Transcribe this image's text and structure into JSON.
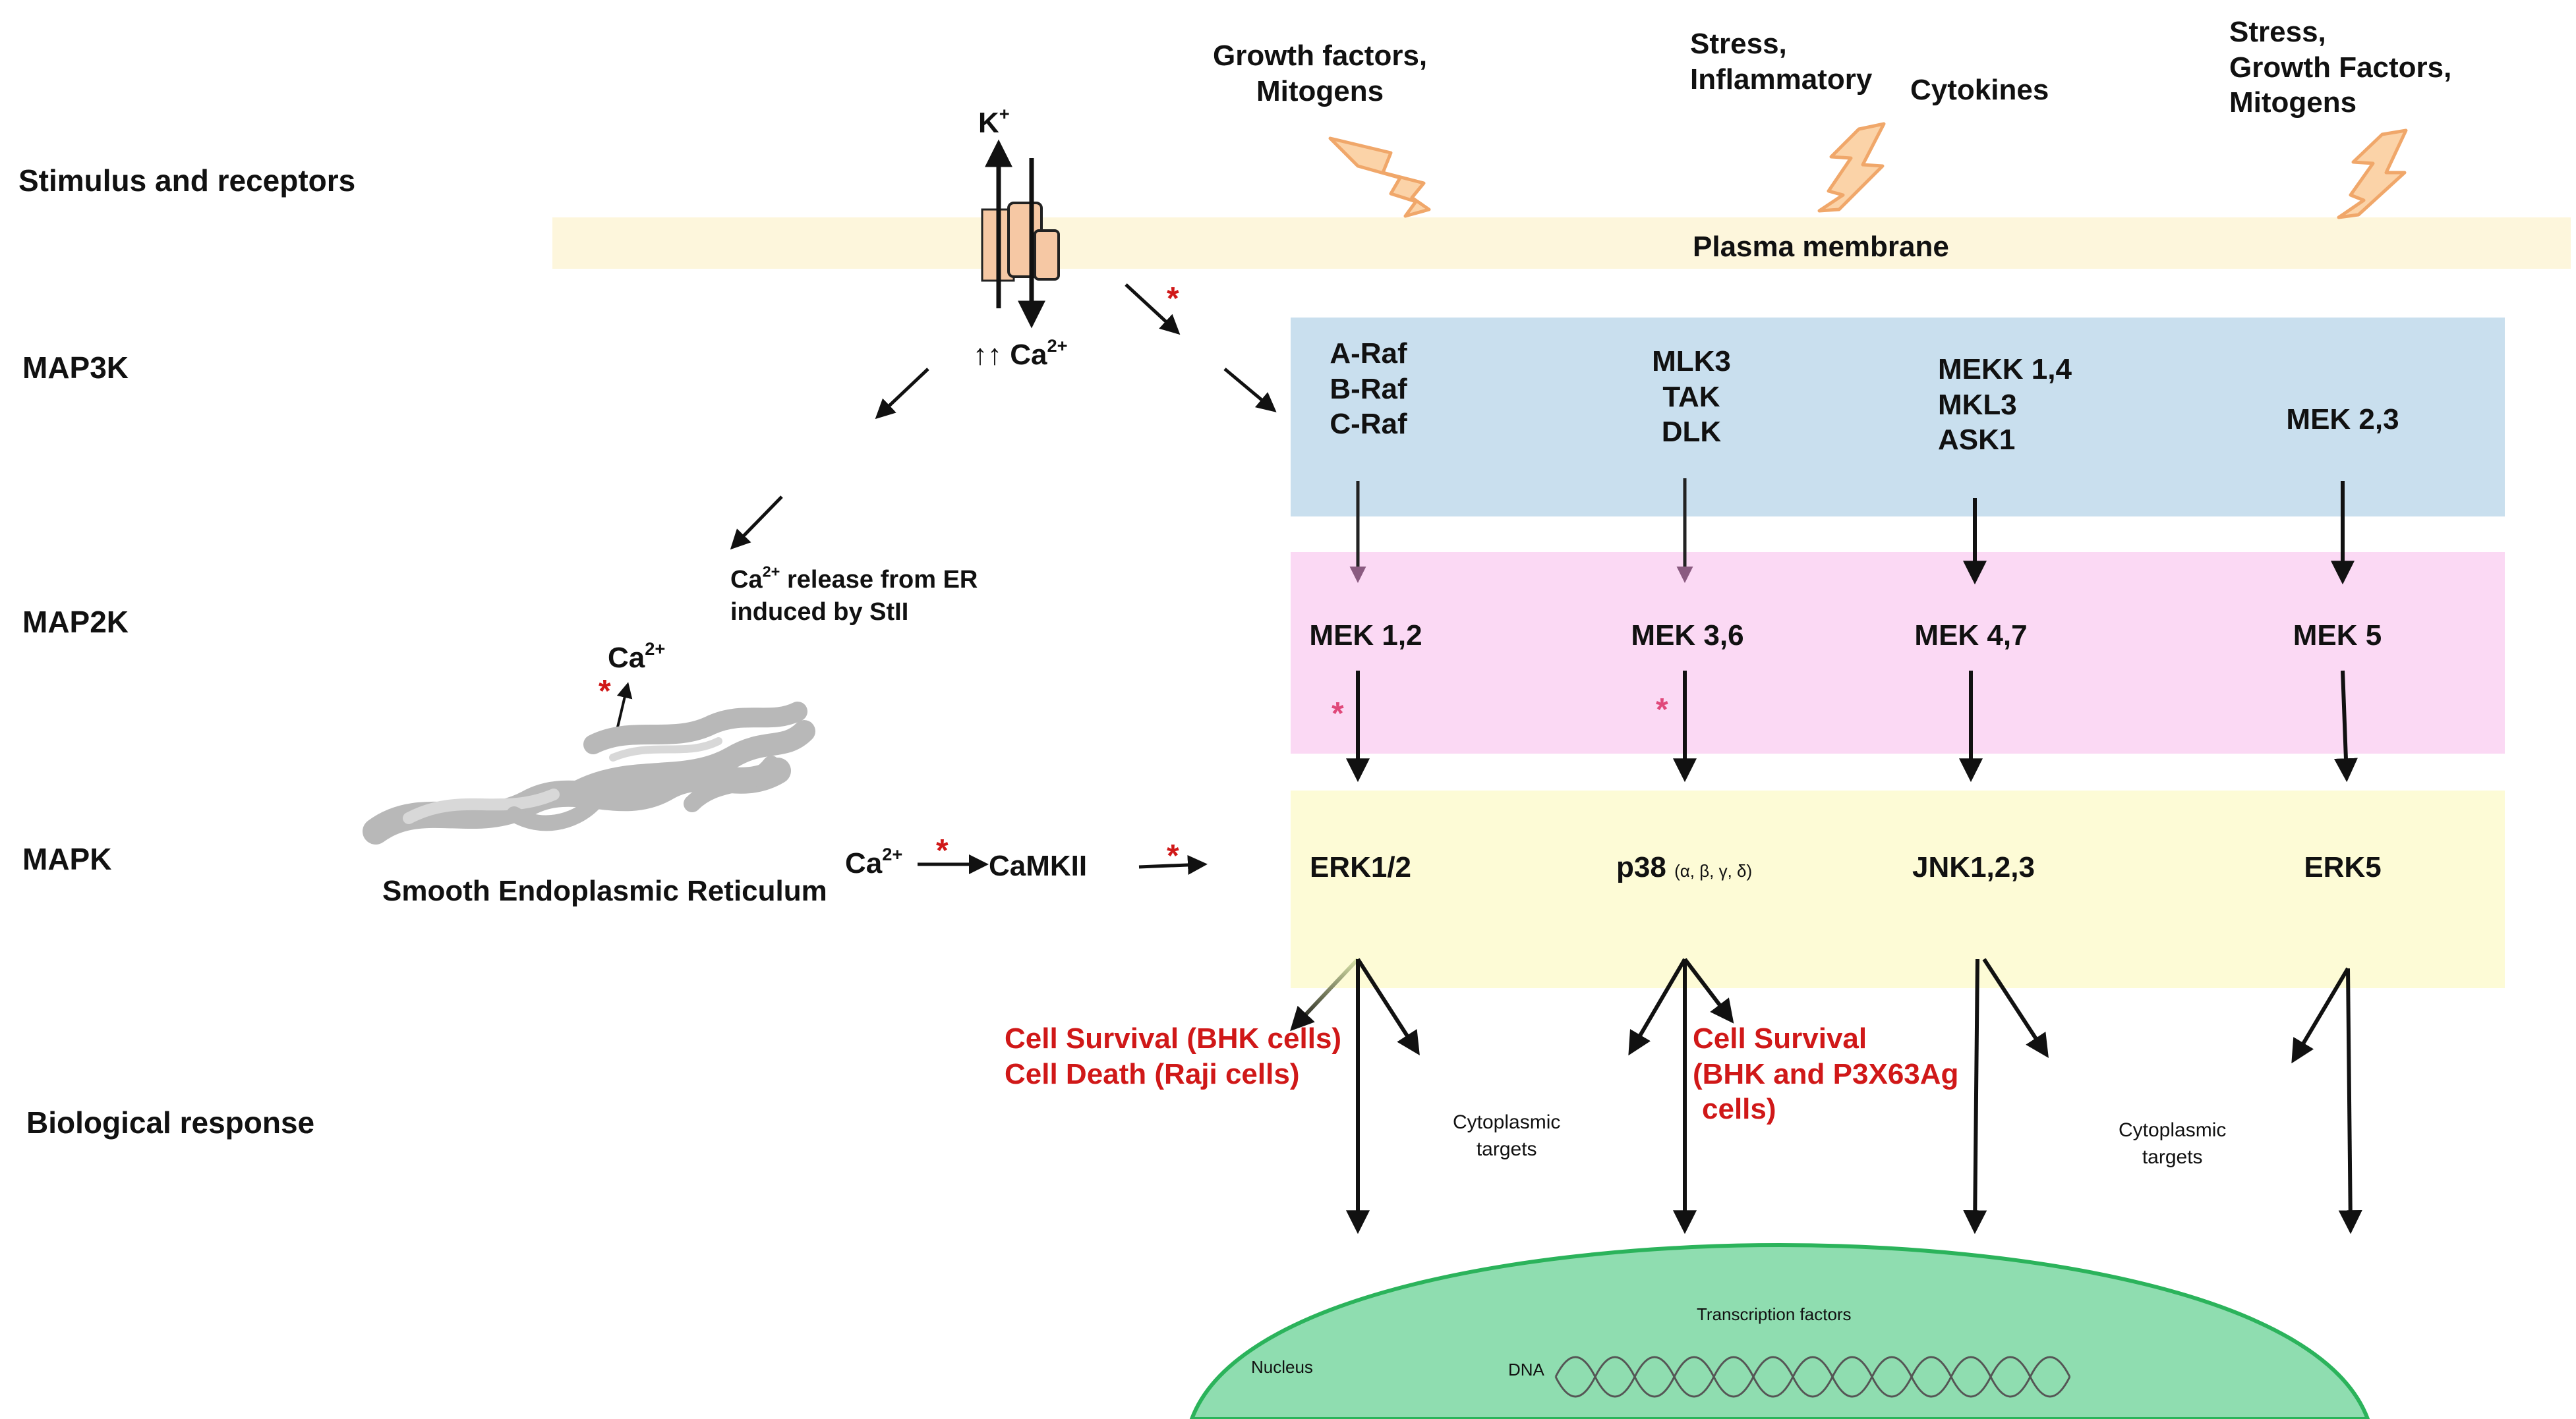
{
  "rows": {
    "stimulus": "Stimulus and receptors",
    "map3k": "MAP3K",
    "map2k": "MAP2K",
    "mapk": "MAPK",
    "response": "Biological response"
  },
  "stimuli": {
    "growth": [
      "Growth factors,",
      "Mitogens"
    ],
    "stress_infl": [
      "Stress,",
      "Inflammatory"
    ],
    "cytokines": "Cytokines",
    "stress_growth": [
      "Stress,",
      "Growth Factors,",
      "Mitogens"
    ]
  },
  "membrane": "Plasma membrane",
  "channel": {
    "k_ion": "K",
    "k_sup": "+",
    "ca_prefix": "↑↑ Ca",
    "ca_sup": "2+"
  },
  "map3k": {
    "erk": [
      "A-Raf",
      "B-Raf",
      "C-Raf"
    ],
    "p38": [
      "MLK3",
      "TAK",
      "DLK"
    ],
    "jnk": [
      "MEKK 1,4",
      "MKL3",
      "ASK1"
    ],
    "erk5": "MEK 2,3"
  },
  "map2k": {
    "erk": "MEK 1,2",
    "p38": "MEK 3,6",
    "jnk": "MEK 4,7",
    "erk5": "MEK 5"
  },
  "mapk": {
    "erk": "ERK1/2",
    "p38": "p38",
    "p38_isoforms": "(α, β, γ, δ)",
    "jnk": "JNK1,2,3",
    "erk5": "ERK5"
  },
  "er": {
    "release_ca": "Ca",
    "release_sup": "2+",
    "release_line1": " release from ER",
    "release_line2": "induced by StII",
    "ca_top": "Ca",
    "ca_top_sup": "2+",
    "label": "Smooth Endoplasmic Reticulum"
  },
  "camk": {
    "ca": "Ca",
    "ca_sup": "2+",
    "label": "CaMKII"
  },
  "responses": {
    "erk_survival": "Cell Survival (BHK cells)",
    "erk_death": "Cell Death (Raji cells)",
    "p38": [
      "Cell Survival",
      "(BHK and P3X63Ag",
      "cells)"
    ],
    "cyto1": [
      "Cytoplasmic",
      "targets"
    ],
    "cyto2": [
      "Cytoplasmic",
      "targets"
    ]
  },
  "nucleus": {
    "label": "Nucleus",
    "tf": "Transcription factors",
    "dna": "DNA"
  },
  "star": "*",
  "colors": {
    "membrane": "#fdf6dc",
    "map3k_band": "#c9dfee",
    "map2k_band": "#fbd9f4",
    "mapk_band": "#fdfbd6",
    "nucleus": "#8fddb0",
    "nucleus_stroke": "#2bb35b",
    "bolt_fill": "#fbd3a8",
    "bolt_stroke": "#f0a76a",
    "response_red": "#d01818",
    "channel_fill": "#f6c8a4"
  }
}
